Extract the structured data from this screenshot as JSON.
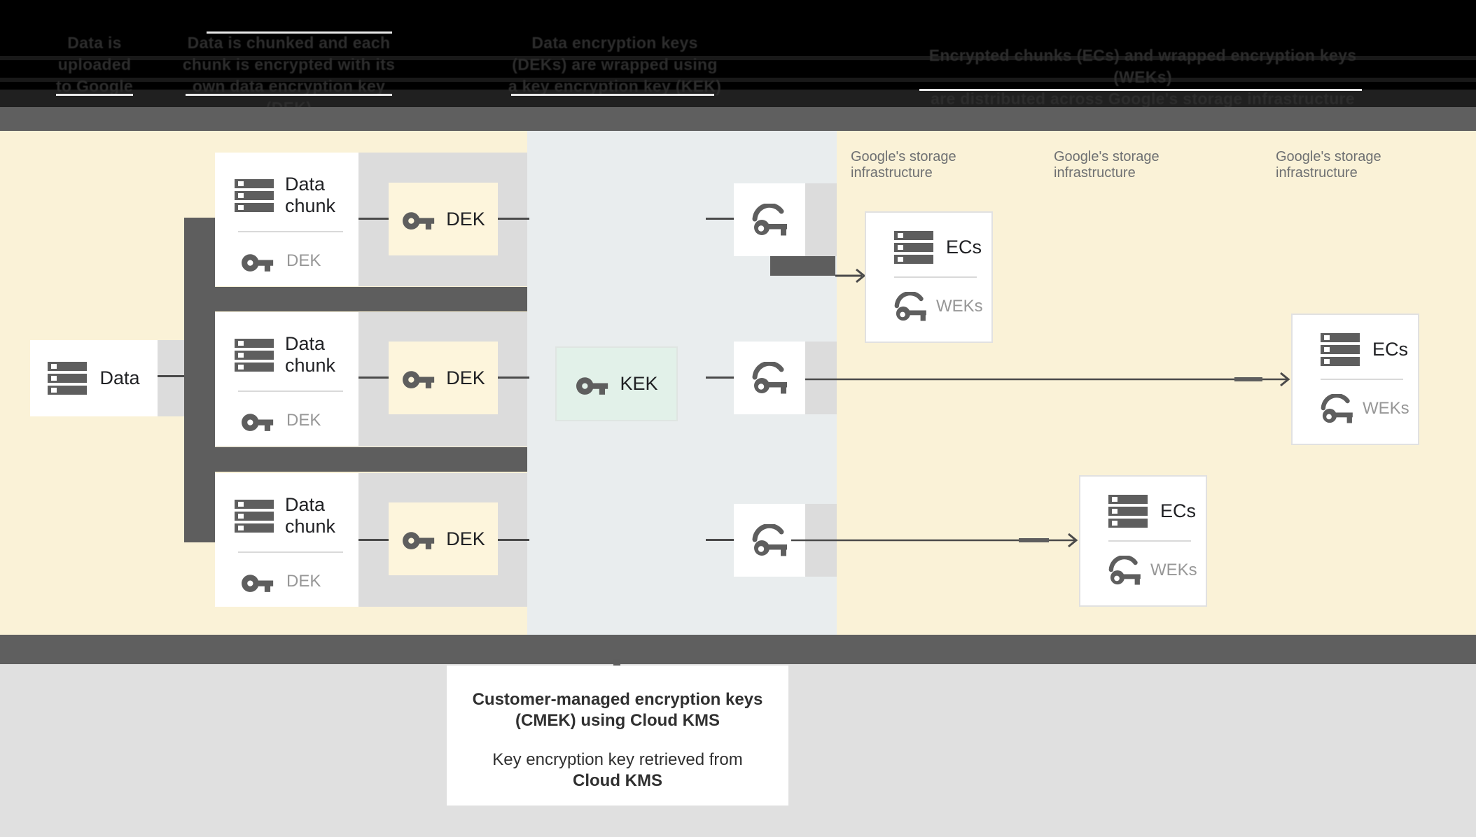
{
  "header": {
    "columns": [
      {
        "lines": [
          "Data is",
          "uploaded",
          "to Google"
        ]
      },
      {
        "lines": [
          "Data is chunked and each",
          "chunk is encrypted with its",
          "own data encryption key (DEK)"
        ]
      },
      {
        "lines": [
          "Data encryption keys",
          "(DEKs) are wrapped using",
          "a key encryption key (KEK)"
        ]
      },
      {
        "lines": [
          "Encrypted chunks (ECs) and wrapped encryption keys (WEKs)",
          "are distributed across Google's storage infrastructure"
        ]
      }
    ]
  },
  "diagram": {
    "data_node": {
      "label": "Data"
    },
    "chunks": [
      {
        "title": "Data chunk",
        "key_label": "DEK"
      },
      {
        "title": "Data chunk",
        "key_label": "DEK"
      },
      {
        "title": "Data chunk",
        "key_label": "DEK"
      }
    ],
    "dek_boxes": [
      {
        "label": "DEK"
      },
      {
        "label": "DEK"
      },
      {
        "label": "DEK"
      }
    ],
    "kek": {
      "label": "KEK"
    },
    "ecs_boxes": [
      {
        "title": "ECs",
        "key_label": "WEKs"
      },
      {
        "title": "ECs",
        "key_label": "WEKs"
      },
      {
        "title": "ECs",
        "key_label": "WEKs"
      }
    ],
    "storage_labels": [
      {
        "line1": "Google's storage",
        "line2": "infrastructure"
      },
      {
        "line1": "Google's storage",
        "line2": "infrastructure"
      },
      {
        "line1": "Google's storage",
        "line2": "infrastructure"
      }
    ]
  },
  "caption": {
    "line1": "Customer-managed encryption keys",
    "line2": "(CMEK) using Cloud KMS",
    "line3": "Key encryption key retrieved from",
    "line4": "Cloud KMS"
  },
  "colors": {
    "canvas_bg": "#faf2d7",
    "kms_zone_bg": "#e9edee",
    "row_band": "#dcdcdc",
    "bar_dark": "#5e5e5e",
    "dek_fill": "#fdf5dc",
    "kek_fill": "#e2f1e9",
    "line": "#4a4a4a",
    "header_bg": "#000000",
    "header_text": "#2d2d2d",
    "footer_bg": "#e0e0e0",
    "muted_label": "#6e7072",
    "key_muted": "#979797",
    "text": "#202124"
  }
}
